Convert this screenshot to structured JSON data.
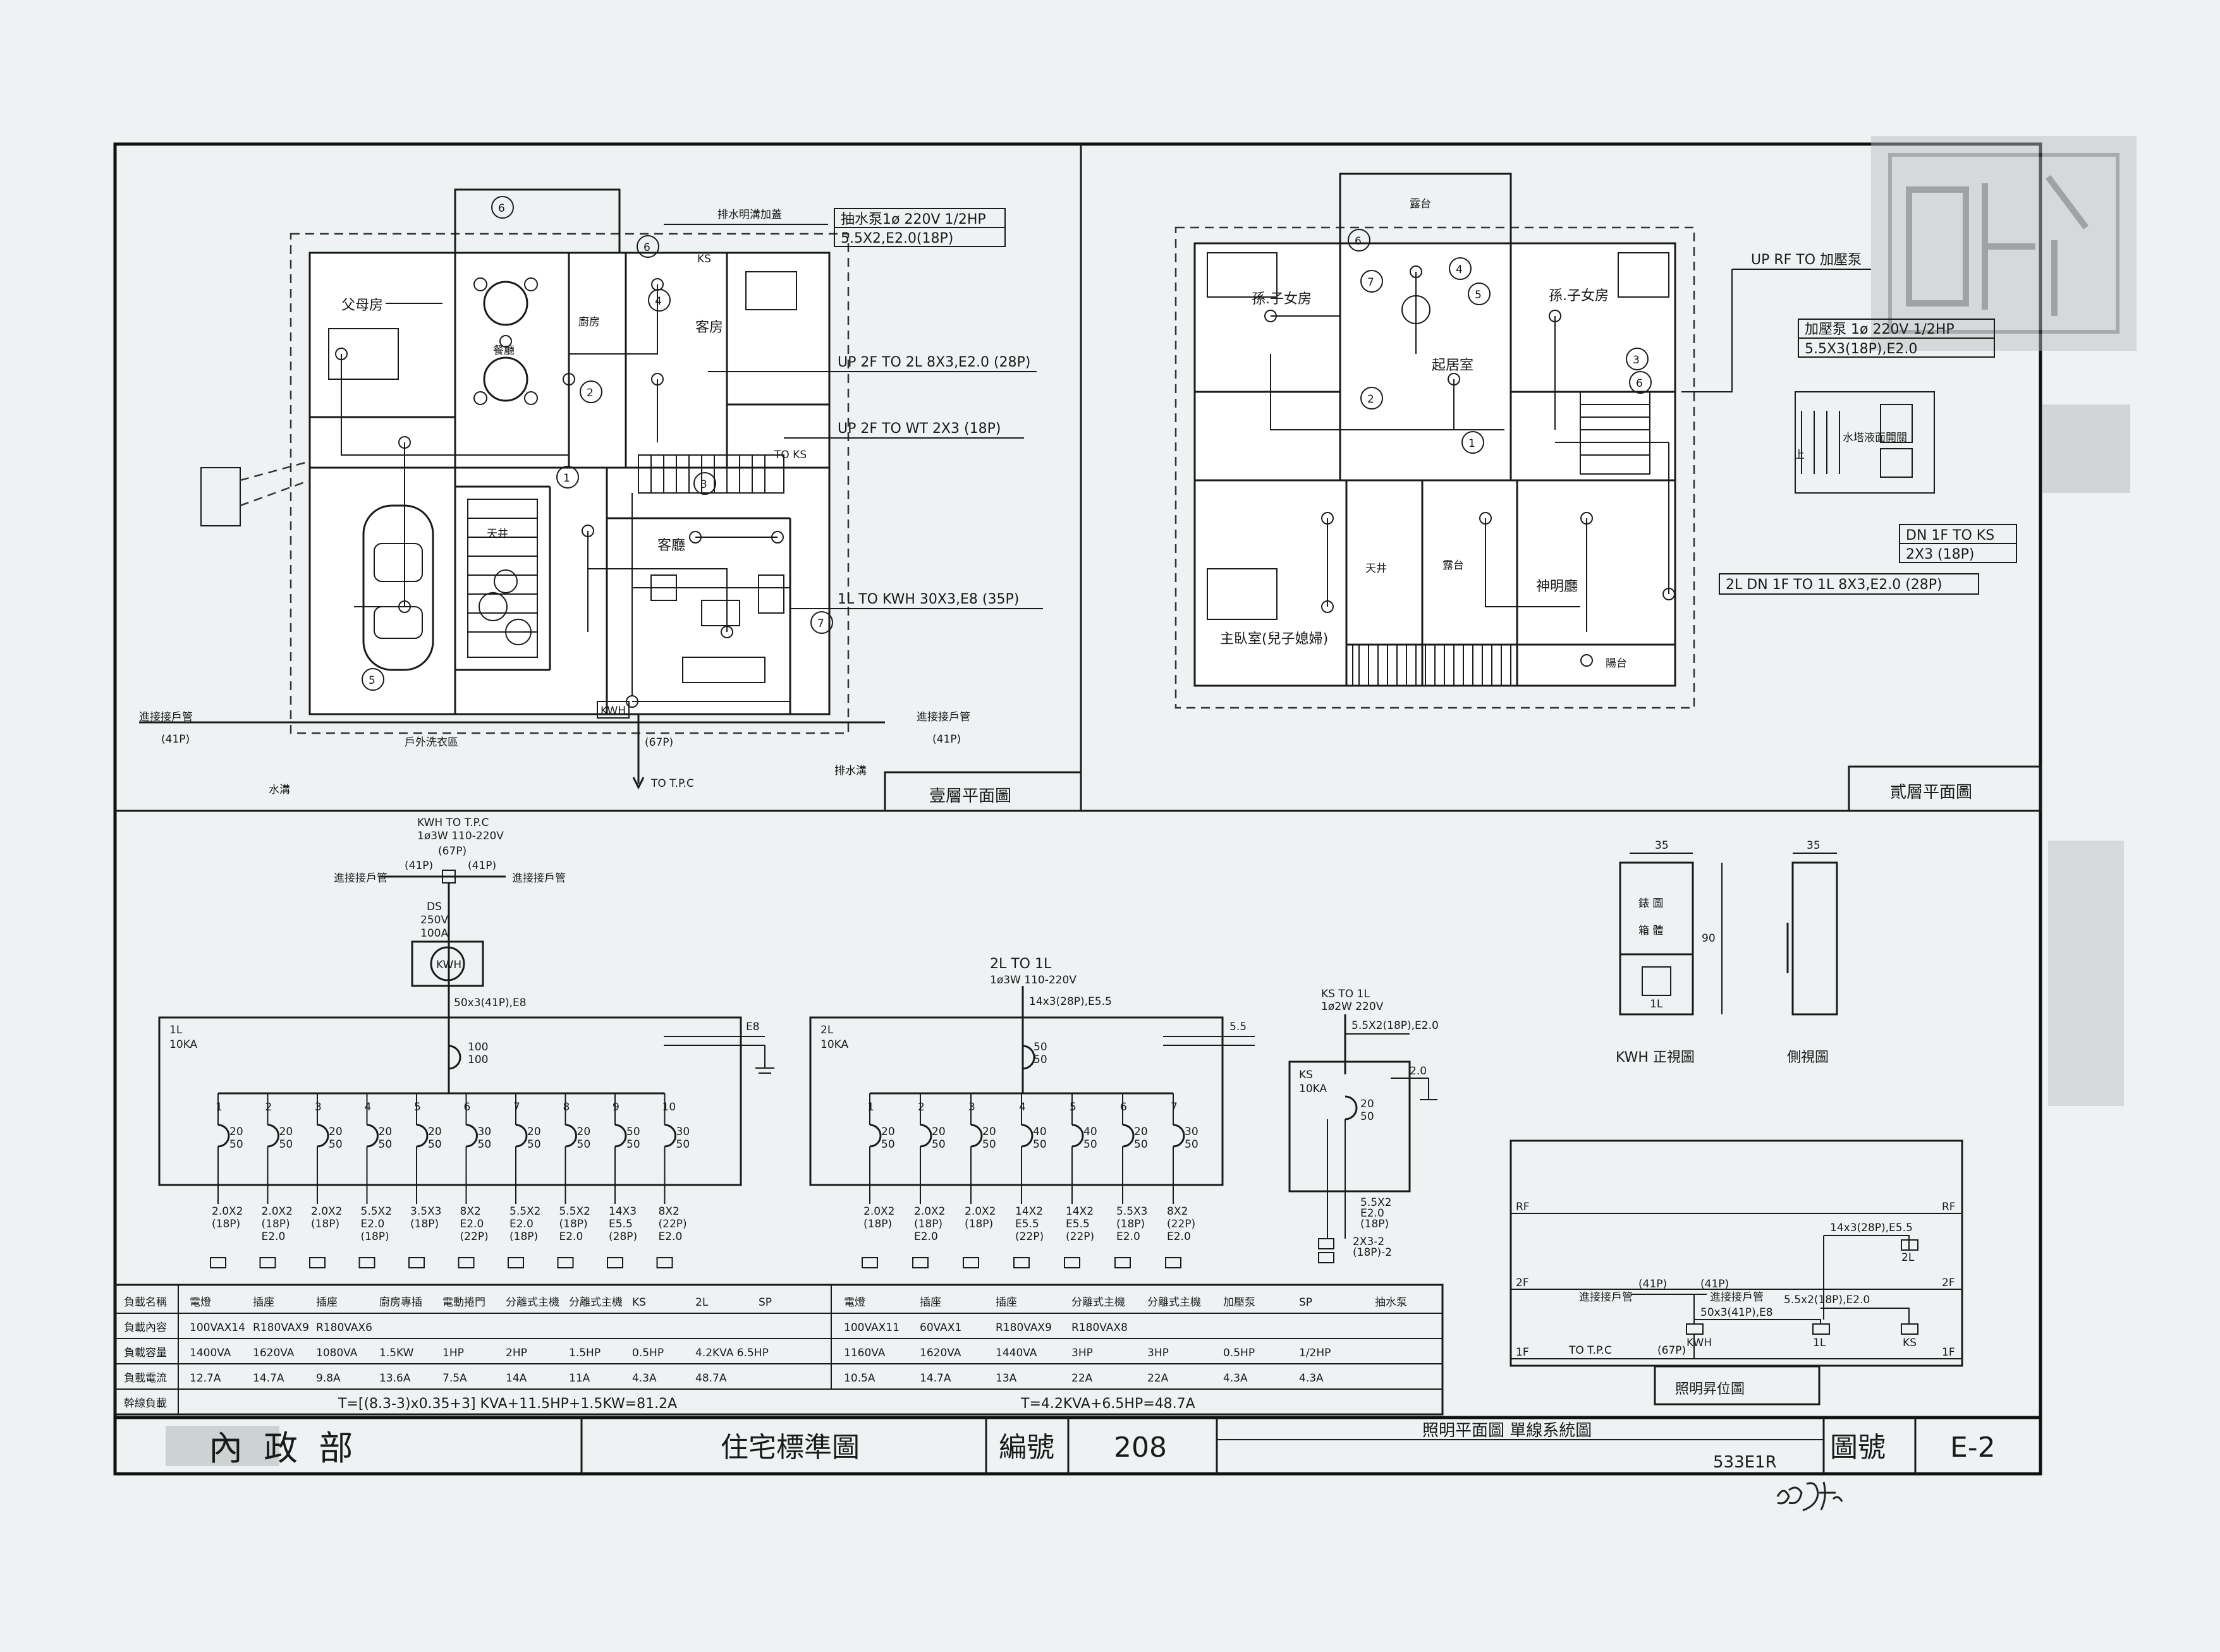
{
  "plan_1f": {
    "title": "壹層平面圖",
    "rooms": {
      "parents": "父母房",
      "dining": "餐廳",
      "kitchen": "廚房",
      "guest": "客房",
      "living": "客廳",
      "courtyard": "天井",
      "outdoor_wash": "戶外洗衣區"
    },
    "notes": {
      "pump": "抽水泵1ø 220V 1/2HP",
      "pump_wire": "5.5X2,E2.0(18P)",
      "drain_cover": "排水明溝加蓋",
      "up_2l": "UP 2F TO 2L 8X3,E2.0 (28P)",
      "up_wt": "UP 2F TO WT 2X3 (18P)",
      "to_ks": "TO KS",
      "kwh_feed": "1L TO KWH 30X3,E8 (35P)",
      "conn_left": "進接接戶管",
      "conn_left_p": "(41P)",
      "conn_right": "進接接戶管",
      "conn_right_p": "(41P)",
      "tpc_p": "(67P)",
      "tpc": "TO T.P.C",
      "drain": "排水溝",
      "tree": "水溝",
      "kwh": "KWH",
      "ks": "KS"
    },
    "circuit_labels": [
      "1",
      "2",
      "3",
      "4",
      "5",
      "6",
      "7"
    ]
  },
  "plan_2f": {
    "title": "貳層平面圖",
    "rooms": {
      "balcony_top": "露台",
      "kids1": "孫.子女房",
      "kids2": "孫.子女房",
      "family": "起居室",
      "courtyard": "天井",
      "terrace": "露台",
      "prayer": "神明廳",
      "master": "主臥室(兒子媳婦)",
      "balcony_bottom": "陽台"
    },
    "notes": {
      "up_rf": "UP RF TO 加壓泵",
      "booster": "加壓泵   1ø 220V 1/2HP",
      "booster_wire": "5.5X3(18P),E2.0",
      "dn_ks": "DN 1F TO KS",
      "dn_ks_wire": "2X3 (18P)",
      "dn_1l": "2L DN 1F TO 1L 8X3,E2.0 (28P)",
      "tank": "水塔液面開關",
      "up": "上"
    },
    "circuit_labels": [
      "1",
      "2",
      "3",
      "4",
      "5",
      "6",
      "7"
    ]
  },
  "riser": {
    "top": "KWH TO T.P.C",
    "spec": "1ø3W 110-220V",
    "p67": "(67P)",
    "p41a": "(41P)",
    "p41b": "(41P)",
    "conn_l": "進接接戶管",
    "conn_r": "進接接戶管",
    "ds": "DS",
    "ds_v": "250V",
    "ds_a": "100A",
    "kwh": "KWH",
    "feed": "50x3(41P),E8",
    "e8": "E8"
  },
  "panel_1l": {
    "name": "1L",
    "ka": "10KA",
    "main_a": "100",
    "main_b": "100",
    "breakers": [
      {
        "n": "1",
        "a": "20",
        "b": "50",
        "wire": [
          "2.0X2",
          "(18P)"
        ]
      },
      {
        "n": "2",
        "a": "20",
        "b": "50",
        "wire": [
          "2.0X2",
          "(18P)",
          "E2.0"
        ]
      },
      {
        "n": "3",
        "a": "20",
        "b": "50",
        "wire": [
          "2.0X2",
          "(18P)"
        ]
      },
      {
        "n": "4",
        "a": "20",
        "b": "50",
        "wire": [
          "5.5X2",
          "E2.0",
          "(18P)"
        ]
      },
      {
        "n": "5",
        "a": "20",
        "b": "50",
        "wire": [
          "3.5X3",
          "(18P)"
        ]
      },
      {
        "n": "6",
        "a": "30",
        "b": "50",
        "wire": [
          "8X2",
          "E2.0",
          "(22P)"
        ]
      },
      {
        "n": "7",
        "a": "20",
        "b": "50",
        "wire": [
          "5.5X2",
          "E2.0",
          "(18P)"
        ]
      },
      {
        "n": "8",
        "a": "20",
        "b": "50",
        "wire": [
          "5.5X2",
          "(18P)",
          "E2.0"
        ]
      },
      {
        "n": "9",
        "a": "50",
        "b": "50",
        "wire": [
          "14X3",
          "E5.5",
          "(28P)"
        ]
      },
      {
        "n": "10",
        "a": "30",
        "b": "50",
        "wire": [
          "8X2",
          "(22P)",
          "E2.0"
        ]
      }
    ]
  },
  "panel_2l": {
    "title": "2L TO 1L",
    "spec": "1ø3W 110-220V",
    "feed": "14x3(28P),E5.5",
    "e55": "5.5",
    "name": "2L",
    "ka": "10KA",
    "main_a": "50",
    "main_b": "50",
    "breakers": [
      {
        "n": "1",
        "a": "20",
        "b": "50",
        "wire": [
          "2.0X2",
          "(18P)"
        ]
      },
      {
        "n": "2",
        "a": "20",
        "b": "50",
        "wire": [
          "2.0X2",
          "(18P)",
          "E2.0"
        ]
      },
      {
        "n": "3",
        "a": "20",
        "b": "50",
        "wire": [
          "2.0X2",
          "(18P)"
        ]
      },
      {
        "n": "4",
        "a": "40",
        "b": "50",
        "wire": [
          "14X2",
          "E5.5",
          "(22P)"
        ]
      },
      {
        "n": "5",
        "a": "40",
        "b": "50",
        "wire": [
          "14X2",
          "E5.5",
          "(22P)"
        ]
      },
      {
        "n": "6",
        "a": "20",
        "b": "50",
        "wire": [
          "5.5X3",
          "(18P)",
          "E2.0"
        ]
      },
      {
        "n": "7",
        "a": "30",
        "b": "50",
        "wire": [
          "8X2",
          "(22P)",
          "E2.0"
        ]
      }
    ]
  },
  "panel_ks": {
    "title": "KS TO 1L",
    "spec": "1ø2W 220V",
    "feed": "5.5X2(18P),E2.0",
    "e": "2.0",
    "name": "KS",
    "ka": "10KA",
    "a": "20",
    "b": "50",
    "wire": [
      "5.5X2",
      "E2.0",
      "(18P)"
    ],
    "sub": "2X3-2",
    "sub2": "(18P)-2"
  },
  "kwh_box": {
    "w": "35",
    "h": "90",
    "label_a": "錶 圖",
    "label_b": "箱 體",
    "tag": "1L",
    "front": "KWH 正視圖",
    "side_w": "35",
    "side": "側視圖"
  },
  "riser_diagram": {
    "title": "照明昇位圖",
    "rf_l": "RF",
    "rf_r": "RF",
    "f2_l": "2F",
    "f2_r": "2F",
    "f1_l": "1F",
    "f1_r": "1F",
    "feed_2l": "14x3(28P),E5.5",
    "p41a": "(41P)",
    "p41b": "(41P)",
    "conn_l": "進接接戶管",
    "conn_r": "進接接戶管",
    "feed": "50x3(41P),E8",
    "ks_feed": "5.5x2(18P),E2.0",
    "tpc": "TO T.P.C",
    "p67": "(67P)",
    "kwh": "KWH",
    "l1": "1L",
    "ks": "KS",
    "l2": "2L"
  },
  "load_table": {
    "row_labels": [
      "負載名稱",
      "負載內容",
      "負載容量",
      "負載電流",
      "幹線負載"
    ],
    "left": {
      "names": [
        "電燈",
        "插座",
        "插座",
        "廚房專插",
        "電動捲門",
        "分離式主機",
        "分離式主機",
        "KS",
        "2L",
        "SP"
      ],
      "content": [
        "100VAX14",
        "R180VAX9",
        "R180VAX6"
      ],
      "capacity": [
        "1400VA",
        "1620VA",
        "1080VA",
        "1.5KW",
        "1HP",
        "2HP",
        "1.5HP",
        "0.5HP",
        "4.2KVA 6.5HP"
      ],
      "current": [
        "12.7A",
        "14.7A",
        "9.8A",
        "13.6A",
        "7.5A",
        "14A",
        "11A",
        "4.3A",
        "48.7A"
      ],
      "trunk": "T=[(8.3-3)x0.35+3] KVA+11.5HP+1.5KW=81.2A"
    },
    "right": {
      "names": [
        "電燈",
        "插座",
        "插座",
        "分離式主機",
        "分離式主機",
        "加壓泵",
        "SP",
        "抽水泵"
      ],
      "content": [
        "100VAX11",
        "60VAX1",
        "R180VAX9",
        "R180VAX8"
      ],
      "capacity": [
        "1160VA",
        "1620VA",
        "1440VA",
        "3HP",
        "3HP",
        "0.5HP",
        "1/2HP"
      ],
      "current": [
        "10.5A",
        "14.7A",
        "13A",
        "22A",
        "22A",
        "4.3A",
        "4.3A"
      ],
      "trunk": "T=4.2KVA+6.5HP=48.7A"
    }
  },
  "title_block": {
    "ministry": "內  政  部",
    "standard": "住宅標準圖",
    "serial_label": "編號",
    "serial": "208",
    "drawing_title": "照明平面圖 單線系統圖",
    "code": "533E1R",
    "drawing_no_label": "圖號",
    "drawing_no": "E-2"
  },
  "colors": {
    "paper": "#eef2f3",
    "ink": "#1a1a1a"
  }
}
